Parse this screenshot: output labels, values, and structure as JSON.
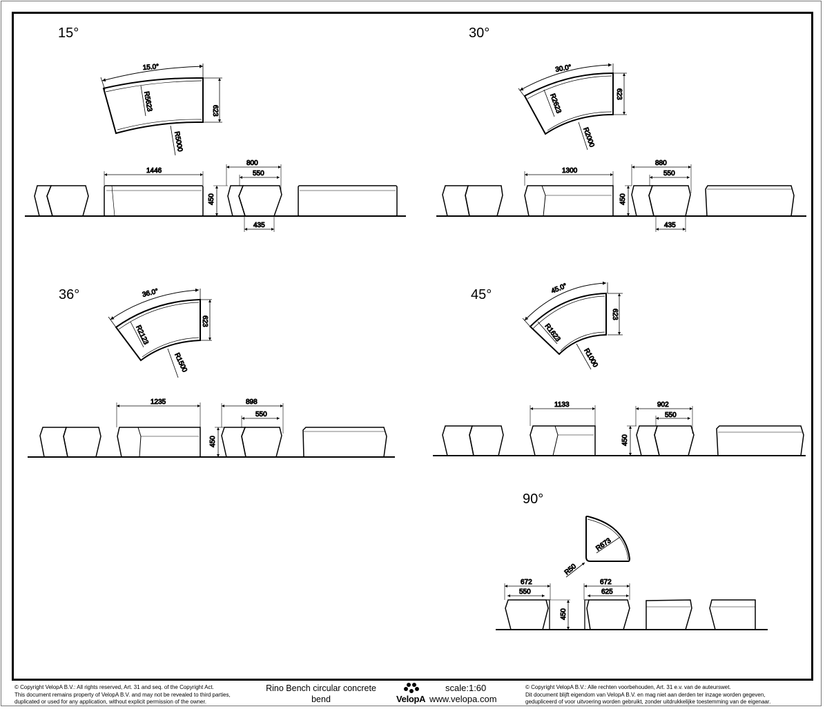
{
  "drawing": {
    "title_line1": "Rino Bench circular concrete",
    "title_line2": "bend",
    "scale": "scale:1:60",
    "website": "www.velopa.com",
    "logo_text": "VelopA"
  },
  "copyright": {
    "en": [
      "©  Copyright VelopA B.V.: All rights reserved, Art. 31 and seq. of the Copyright Act.",
      "This document remains property of VelopA B.V. and may not be revealed to third parties,",
      "duplicated or used for any application, without explicit permission of the owner."
    ],
    "nl": [
      "©  Copyright VelopA B.V.: Alle rechten voorbehouden, Art. 31 e.v. van de auteurswet.",
      "Dit document blijft eigendom van VelopA B.V. en mag niet aan derden ter inzage worden gegeven,",
      "gedupliceerd of voor uitvoering worden gebruikt, zonder uitdrukkelijke toestemming van de eigenaar."
    ]
  },
  "variants": [
    {
      "angle": "15°",
      "arc": "15.0°",
      "outer_radius": "R5623",
      "inner_radius": "R5000",
      "depth": "623",
      "length": "1446",
      "top_width": "800",
      "seat_width": "550",
      "base_width": "435",
      "height": "450"
    },
    {
      "angle": "30°",
      "arc": "30.0°",
      "outer_radius": "R2623",
      "inner_radius": "R2000",
      "depth": "623",
      "length": "1300",
      "top_width": "880",
      "seat_width": "550",
      "base_width": "435",
      "height": "450"
    },
    {
      "angle": "36°",
      "arc": "36.0°",
      "outer_radius": "R2123",
      "inner_radius": "R1500",
      "depth": "623",
      "length": "1235",
      "top_width": "898",
      "seat_width": "550",
      "height": "450"
    },
    {
      "angle": "45°",
      "arc": "45.0°",
      "outer_radius": "R1623",
      "inner_radius": "R1000",
      "depth": "623",
      "length": "1133",
      "top_width": "902",
      "seat_width": "550",
      "height": "450"
    },
    {
      "angle": "90°",
      "outer_radius": "R673",
      "corner_radius": "R50",
      "width_a": "672",
      "seat_a": "550",
      "width_b": "672",
      "seat_b": "625",
      "height": "450"
    }
  ]
}
